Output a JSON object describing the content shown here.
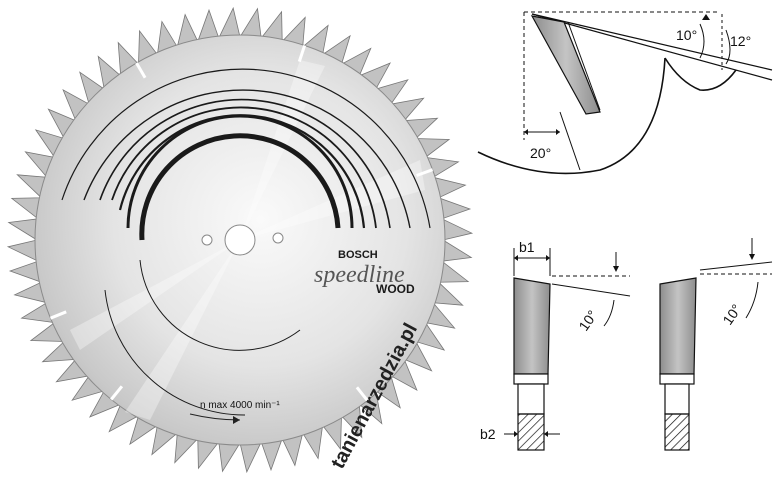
{
  "blade": {
    "brand": "BOSCH",
    "product_line": "speedline",
    "product_type": "WOOD",
    "speed_text": "n max 4000 min⁻¹"
  },
  "diagram_top": {
    "angle_a": "10°",
    "angle_b": "12°",
    "angle_c": "20°"
  },
  "diagram_left": {
    "b1_label": "b1",
    "b2_label": "b2",
    "angle": "10°"
  },
  "diagram_right": {
    "angle": "10°"
  },
  "watermark": "tanienarzedzia.pl",
  "colors": {
    "blade_light": "#f2f2f2",
    "blade_dark": "#9a9a9a",
    "line": "#111111"
  }
}
